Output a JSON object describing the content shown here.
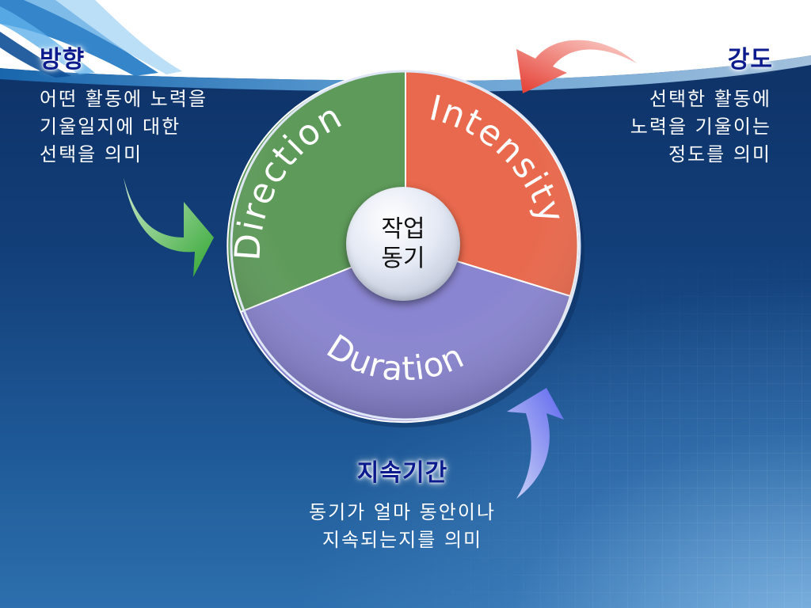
{
  "center": {
    "line1": "작업",
    "line2": "동기"
  },
  "segments": {
    "direction": {
      "label": "Direction",
      "color": "#5e9a5a"
    },
    "intensity": {
      "label": "Intensity",
      "color": "#e8694d"
    },
    "duration": {
      "label": "Duration",
      "color": "#8a85d0"
    }
  },
  "left_block": {
    "heading": "방향",
    "lines": [
      "어떤 활동에 노력을",
      "기울일지에 대한",
      "선택을 의미"
    ]
  },
  "right_block": {
    "heading": "강도",
    "lines": [
      "선택한 활동에",
      "노력을 기울이는",
      "정도를 의미"
    ]
  },
  "bottom_block": {
    "heading": "지속기간",
    "lines": [
      "동기가 얼마 동안이나",
      "지속되는지를 의미"
    ]
  },
  "arrows": {
    "green": "#3fae3f",
    "red": "#e8443a",
    "blue": "#6f78f0"
  }
}
